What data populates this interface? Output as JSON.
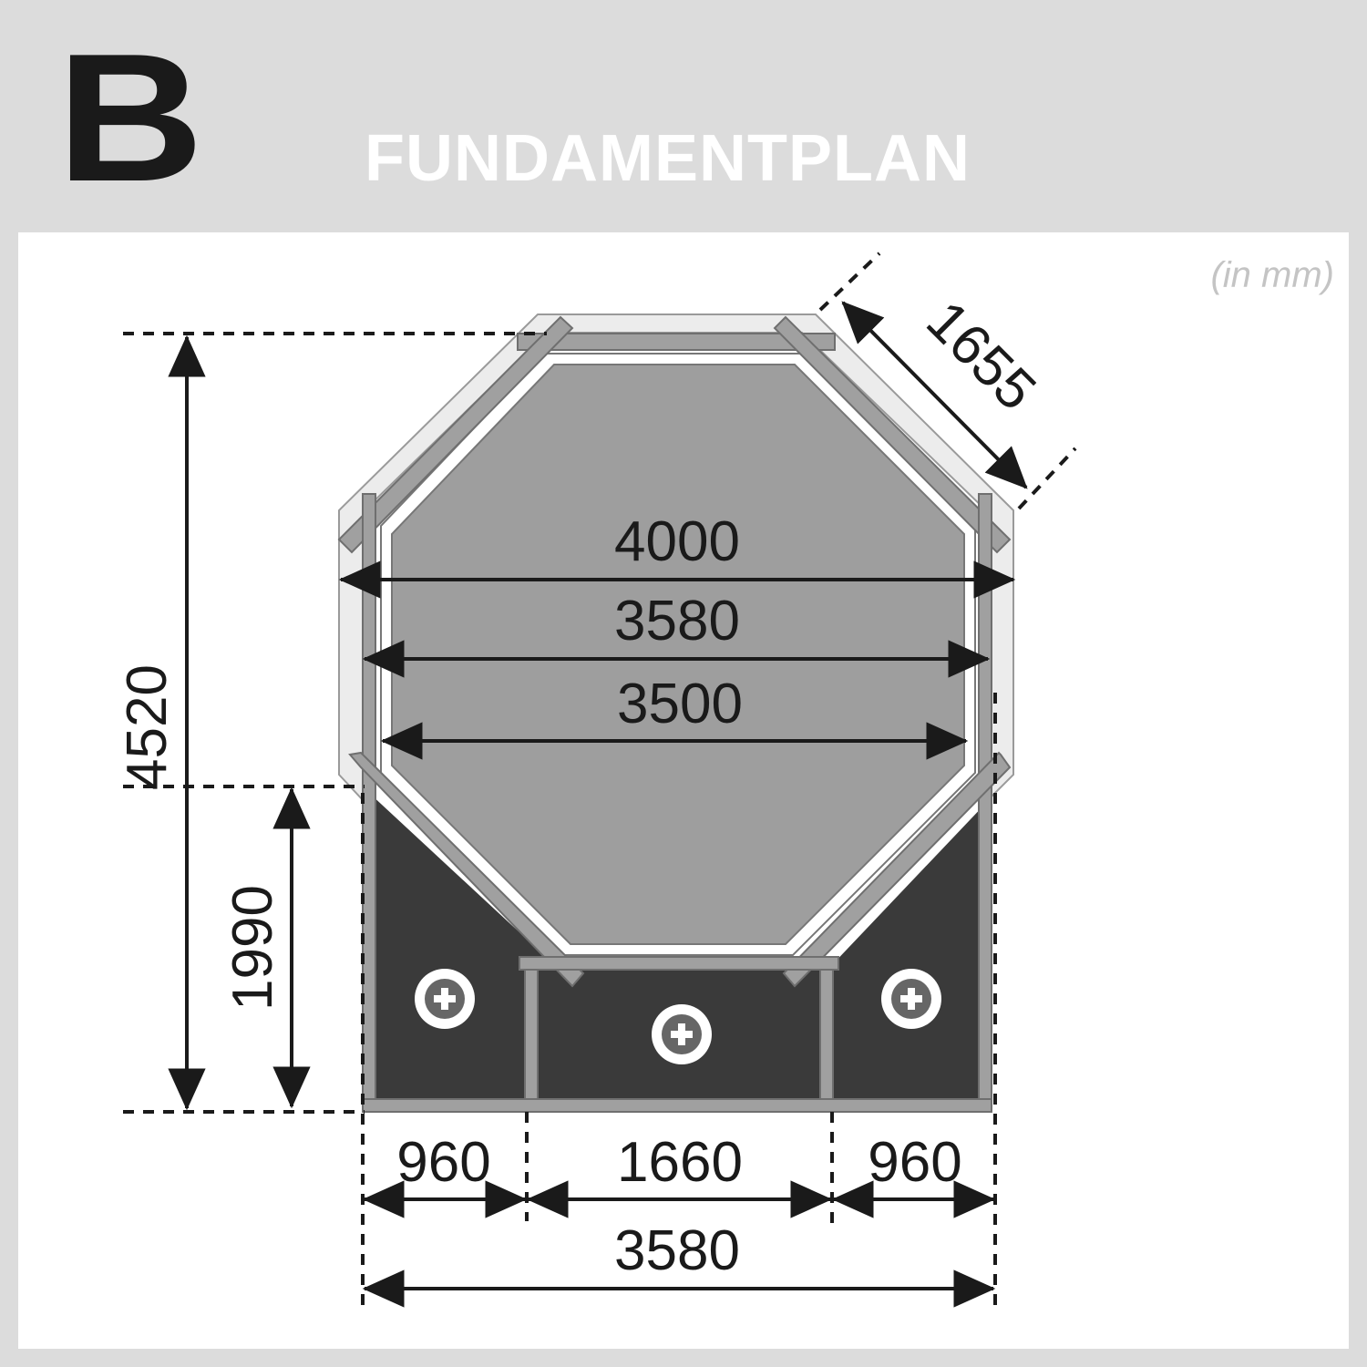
{
  "header": {
    "section_letter": "B",
    "title": "FUNDAMENTPLAN"
  },
  "unit_note": "(in mm)",
  "colors": {
    "header_bg": "#dcdcdc",
    "panel_bg": "#ffffff",
    "inner_floor": "#9e9e9e",
    "foundation_dark": "#3a3a3a",
    "beam": "#a0a0a0",
    "outer_roof_edge": "#ececec",
    "text": "#1a1a1a",
    "title_text": "#ffffff",
    "unit_text": "#c4c4c4"
  },
  "dimensions": {
    "diagonal_side": "1655",
    "width_outer": "4000",
    "width_mid": "3580",
    "width_inner": "3500",
    "total_depth": "4520",
    "front_depth": "1990",
    "bottom_left": "960",
    "bottom_center": "1660",
    "bottom_right": "960",
    "bottom_total": "3580"
  },
  "foundation_points": [
    {
      "id": "left",
      "icon": "plus-circle-icon"
    },
    {
      "id": "center",
      "icon": "plus-circle-icon"
    },
    {
      "id": "right",
      "icon": "plus-circle-icon"
    }
  ]
}
